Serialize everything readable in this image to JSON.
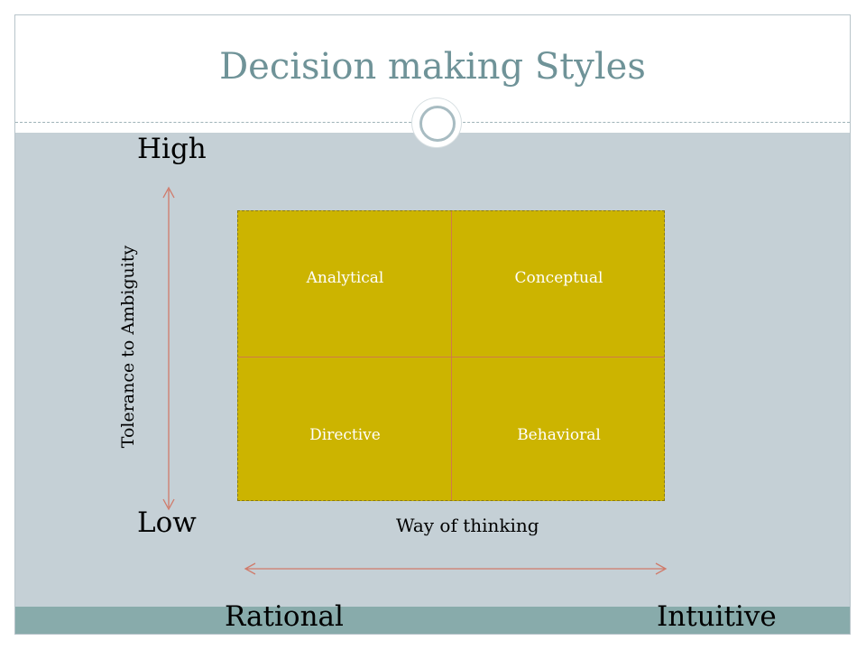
{
  "slide": {
    "title": "Decision making Styles"
  },
  "axes": {
    "y_high": "High",
    "y_low": "Low",
    "y_title": "Tolerance to Ambiguity",
    "x_title": "Way of thinking",
    "x_left": "Rational",
    "x_right": "Intuitive"
  },
  "quadrants": {
    "top_left": "Analytical",
    "top_right": "Conceptual",
    "bottom_left": "Directive",
    "bottom_right": "Behavioral"
  },
  "colors": {
    "title": "#6f9398",
    "body_background": "#c5d0d6",
    "footer_bar": "#88abab",
    "quadrant_fill": "#ccb400",
    "arrow": "#d07a6a"
  }
}
